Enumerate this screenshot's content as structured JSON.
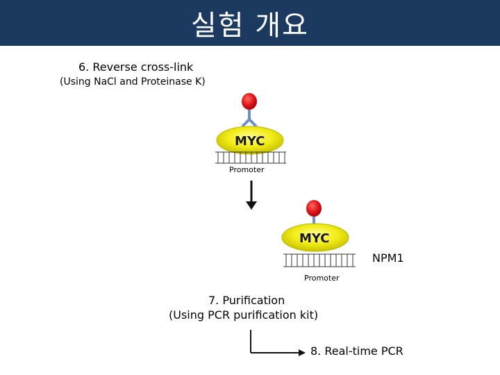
{
  "header": {
    "title": "실험 개요"
  },
  "steps": {
    "step6_title": "6. Reverse cross-link",
    "step6_detail": "(Using NaCl and Proteinase K)",
    "step7_title": "7. Purification",
    "step7_detail": "(Using  PCR purification kit)",
    "step8_title": "8. Real-time PCR"
  },
  "diagram": {
    "protein_label": "MYC",
    "dna_label": "Promoter",
    "released_protein": "NPM1"
  },
  "colors": {
    "header_bg": "#1c3a60",
    "antibody_head": "#e0141b",
    "myc_blob": "#f0e800",
    "antibody_stem": "#6b8fc7"
  }
}
